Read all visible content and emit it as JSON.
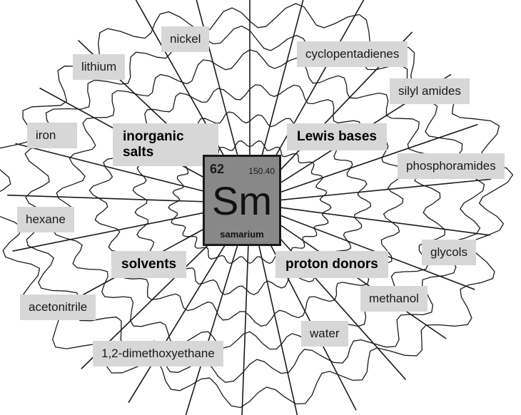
{
  "element": {
    "atomic_number": "62",
    "atomic_mass": "150.40",
    "symbol": "Sm",
    "name": "samarium"
  },
  "categories": {
    "inorganic_salts": "inorganic salts",
    "lewis_bases": "Lewis bases",
    "solvents": "solvents",
    "proton_donors": "proton donors"
  },
  "labels": {
    "nickel": "nickel",
    "lithium": "lithium",
    "iron": "iron",
    "hexane": "hexane",
    "acetonitrile": "acetonitrile",
    "dimethoxyethane": "1,2-dimethoxyethane",
    "water": "water",
    "methanol": "methanol",
    "glycols": "glycols",
    "phosphoramides": "phosphoramides",
    "silyl_amides": "silyl amides",
    "cyclopentadienes": "cyclopentadienes"
  },
  "colors": {
    "label_bg": "#d7d7d7",
    "tile_bg": "#888888",
    "web_line": "#1a1a1a"
  }
}
